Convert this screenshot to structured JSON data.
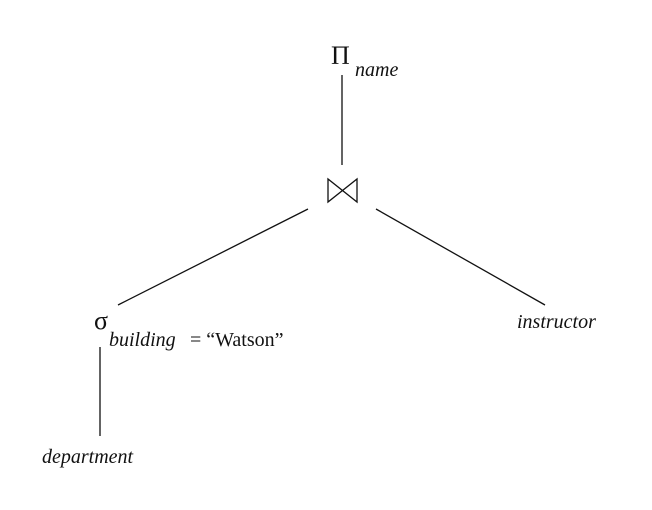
{
  "diagram": {
    "projection": {
      "symbol": "Π",
      "attribute": "name"
    },
    "join": {
      "symbol": "⋈"
    },
    "selection": {
      "symbol": "σ",
      "attribute": "building",
      "condition": "= “Watson”"
    },
    "relations": {
      "left": "department",
      "right": "instructor"
    }
  }
}
